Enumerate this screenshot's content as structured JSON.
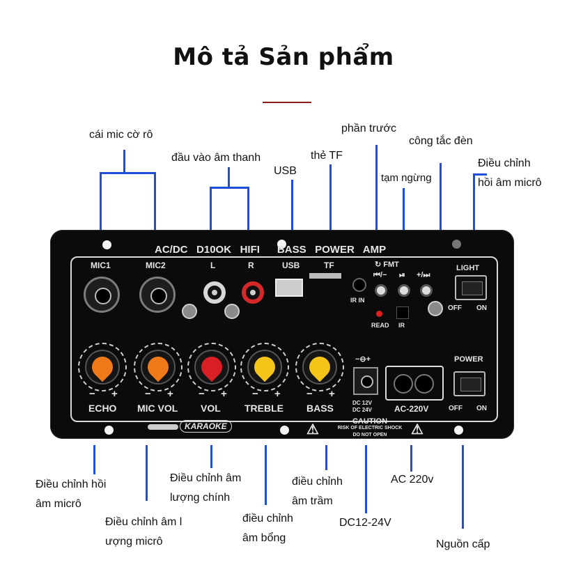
{
  "title": "Mô tả Sản phẩm",
  "labels": {
    "mic_jack": "cái mic cờ rô",
    "audio_input": "đầu vào âm thanh",
    "usb": "USB",
    "tf_card": "thẻ TF",
    "previous": "phần trước",
    "pause": "tạm ngừng",
    "light_switch": "công tắc đèn",
    "mic_echo_adj_top_1": "Điều chỉnh",
    "mic_echo_adj_top_2": "hồi âm micrô",
    "echo_adj_1": "Điều chỉnh hồi",
    "echo_adj_2": "âm micrô",
    "mic_vol_adj_1": "Điều chỉnh âm l",
    "mic_vol_adj_2": "ượng micrô",
    "main_vol_adj_1": "Điều chỉnh âm",
    "main_vol_adj_2": "lượng chính",
    "treble_adj_1": "điều chỉnh",
    "treble_adj_2": "âm bổng",
    "bass_adj_1": "điều chỉnh",
    "bass_adj_2": "âm trầm",
    "dc": "DC12-24V",
    "ac": "AC 220v",
    "power_source": "Nguồn cấp"
  },
  "board": {
    "header": [
      "AC/DC",
      "D10",
      "OK",
      "HIFI",
      "BASS",
      "POWER",
      "AMP"
    ],
    "mic1": "MIC1",
    "mic2": "MIC2",
    "l": "L",
    "r": "R",
    "usb": "USB",
    "tf": "TF",
    "fmt": "FMT",
    "prev_btn": "⏮/−",
    "play_btn": "⏯",
    "next_btn": "+/⏭",
    "ir_in": "IR IN",
    "read": "READ",
    "ir": "IR",
    "light": "LIGHT",
    "light_off": "OFF",
    "light_on": "ON",
    "power": "POWER",
    "power_off": "OFF",
    "power_on": "ON",
    "knobs": [
      {
        "label": "ECHO",
        "color": "#f07a1a"
      },
      {
        "label": "MIC VOL",
        "color": "#f07a1a"
      },
      {
        "label": "VOL",
        "color": "#d91f26"
      },
      {
        "label": "TREBLE",
        "color": "#f5c419"
      },
      {
        "label": "BASS",
        "color": "#f5c419"
      }
    ],
    "minus": "−",
    "plus": "+",
    "dc_symbol": "−⊖+",
    "dc_12": "DC 12V",
    "dc_24": "DC 24V",
    "ac_220": "AC-220V",
    "karaoke": "KARAOKE",
    "caution": "CAUTION",
    "caution_1": "RISK OF ELECTRIC SHOCK",
    "caution_2": "DO NOT OPEN"
  },
  "colors": {
    "leader": "#1f4fd6",
    "title_rule": "#8b1a1a",
    "board": "#0b0b0b"
  }
}
